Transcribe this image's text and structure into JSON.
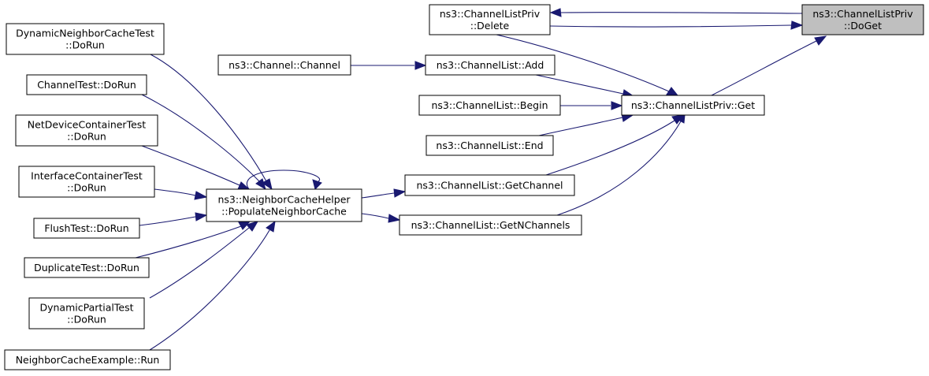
{
  "nodes": {
    "dynamic_neighbor_cache_test": [
      "DynamicNeighborCacheTest",
      "::DoRun"
    ],
    "channel_test": [
      "ChannelTest::DoRun"
    ],
    "net_device_container_test": [
      "NetDeviceContainerTest",
      "::DoRun"
    ],
    "interface_container_test": [
      "InterfaceContainerTest",
      "::DoRun"
    ],
    "flush_test": [
      "FlushTest::DoRun"
    ],
    "duplicate_test": [
      "DuplicateTest::DoRun"
    ],
    "dynamic_partial_test": [
      "DynamicPartialTest",
      "::DoRun"
    ],
    "neighbor_cache_example": [
      "NeighborCacheExample::Run"
    ],
    "channel_ctor": [
      "ns3::Channel::Channel"
    ],
    "populate_neighbor_cache": [
      "ns3::NeighborCacheHelper",
      "::PopulateNeighborCache"
    ],
    "channel_list_priv_delete": [
      "ns3::ChannelListPriv",
      "::Delete"
    ],
    "channel_list_add": [
      "ns3::ChannelList::Add"
    ],
    "channel_list_begin": [
      "ns3::ChannelList::Begin"
    ],
    "channel_list_end": [
      "ns3::ChannelList::End"
    ],
    "channel_list_get_channel": [
      "ns3::ChannelList::GetChannel"
    ],
    "channel_list_get_n_channels": [
      "ns3::ChannelList::GetNChannels"
    ],
    "channel_list_priv_get": [
      "ns3::ChannelListPriv::Get"
    ],
    "channel_list_priv_do_get": [
      "ns3::ChannelListPriv",
      "::DoGet"
    ]
  },
  "focus_node": "channel_list_priv_do_get",
  "edges": [
    [
      "channel_list_priv_do_get",
      "channel_list_priv_delete"
    ],
    [
      "channel_list_priv_delete",
      "channel_list_priv_do_get"
    ],
    [
      "channel_list_priv_get",
      "channel_list_priv_do_get"
    ],
    [
      "channel_ctor",
      "channel_list_add"
    ],
    [
      "channel_list_add",
      "channel_list_priv_get"
    ],
    [
      "channel_list_begin",
      "channel_list_priv_get"
    ],
    [
      "channel_list_end",
      "channel_list_priv_get"
    ],
    [
      "channel_list_get_channel",
      "channel_list_priv_get"
    ],
    [
      "channel_list_get_n_channels",
      "channel_list_priv_get"
    ],
    [
      "channel_list_priv_delete",
      "channel_list_priv_get"
    ],
    [
      "populate_neighbor_cache",
      "channel_list_get_channel"
    ],
    [
      "populate_neighbor_cache",
      "channel_list_get_n_channels"
    ],
    [
      "populate_neighbor_cache",
      "populate_neighbor_cache"
    ],
    [
      "dynamic_neighbor_cache_test",
      "populate_neighbor_cache"
    ],
    [
      "channel_test",
      "populate_neighbor_cache"
    ],
    [
      "net_device_container_test",
      "populate_neighbor_cache"
    ],
    [
      "interface_container_test",
      "populate_neighbor_cache"
    ],
    [
      "flush_test",
      "populate_neighbor_cache"
    ],
    [
      "duplicate_test",
      "populate_neighbor_cache"
    ],
    [
      "dynamic_partial_test",
      "populate_neighbor_cache"
    ],
    [
      "neighbor_cache_example",
      "populate_neighbor_cache"
    ]
  ],
  "colors": {
    "edge": "#191970",
    "node_border": "#000000",
    "focus_fill": "#bfbfbf",
    "node_fill": "#ffffff"
  }
}
